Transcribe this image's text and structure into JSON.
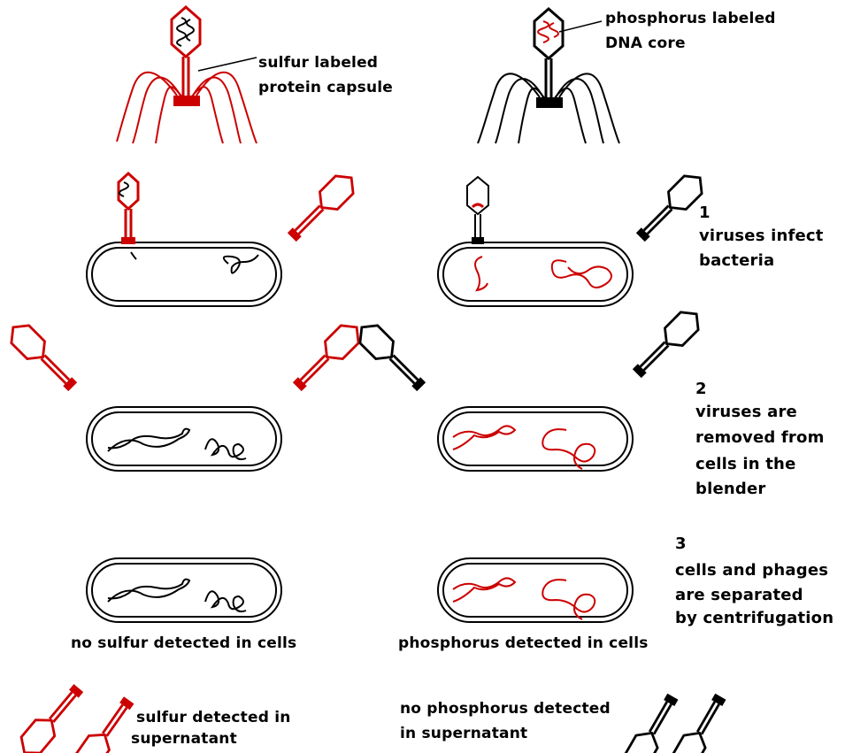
{
  "colors": {
    "label": "#cc0000",
    "unlabeled": "#000000",
    "background": "#ffffff"
  },
  "top_labels": {
    "sulfur_line1": "sulfur labeled",
    "sulfur_line2": "protein capsule",
    "phosphorus_line1": "phosphorus labeled",
    "phosphorus_line2": "DNA core"
  },
  "steps": [
    {
      "number": "1",
      "lines": [
        "viruses infect",
        "bacteria"
      ]
    },
    {
      "number": "2",
      "lines": [
        "viruses are",
        "removed from",
        "cells in the",
        "blender"
      ]
    },
    {
      "number": "3",
      "lines": [
        "cells and phages",
        "are separated",
        "by centrifugation"
      ]
    }
  ],
  "results": {
    "left_cells": "no sulfur detected in cells",
    "right_cells": "phosphorus detected in cells",
    "left_supernatant_line1": "sulfur detected in",
    "left_supernatant_line2": "supernatant",
    "right_supernatant_line1": "no phosphorus detected",
    "right_supernatant_line2": "in supernatant"
  }
}
